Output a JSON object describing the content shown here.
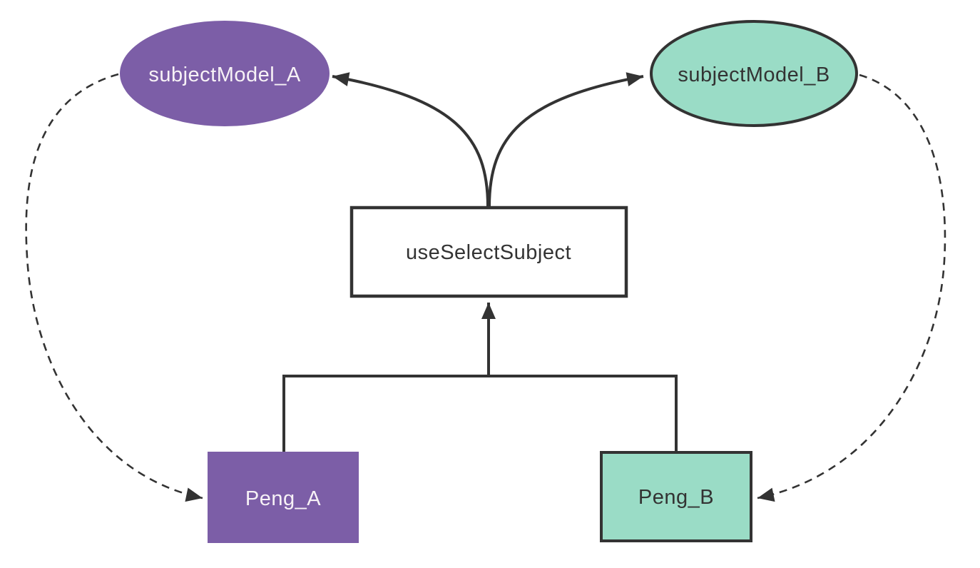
{
  "nodes": {
    "subjectModelA": {
      "label": "subjectModel_A",
      "shape": "ellipse",
      "fill": "#7C5EA7",
      "text_color": "#F7F2F6"
    },
    "subjectModelB": {
      "label": "subjectModel_B",
      "shape": "ellipse",
      "fill": "#9ADCC6",
      "text_color": "#333333",
      "border": "#333333"
    },
    "useSelectSubject": {
      "label": "useSelectSubject",
      "shape": "rectangle",
      "fill": "#FFFFFF",
      "text_color": "#333333",
      "border": "#333333"
    },
    "pengA": {
      "label": "Peng_A",
      "shape": "rectangle",
      "fill": "#7C5EA7",
      "text_color": "#F7F2F6"
    },
    "pengB": {
      "label": "Peng_B",
      "shape": "rectangle",
      "fill": "#9ADCC6",
      "text_color": "#333333",
      "border": "#333333"
    }
  },
  "edges": [
    {
      "from": "useSelectSubject",
      "to": "subjectModel_A",
      "style": "solid-curve",
      "arrowhead": "filled-triangle"
    },
    {
      "from": "useSelectSubject",
      "to": "subjectModel_B",
      "style": "solid-curve",
      "arrowhead": "filled-triangle"
    },
    {
      "from": "Peng_A-Peng_B-junction",
      "to": "useSelectSubject",
      "style": "solid-straight",
      "arrowhead": "filled-triangle"
    },
    {
      "from": "subjectModel_A",
      "to": "Peng_A",
      "style": "dashed-curve",
      "arrowhead": "filled-triangle"
    },
    {
      "from": "subjectModel_B",
      "to": "Peng_B",
      "style": "dashed-curve",
      "arrowhead": "filled-triangle"
    }
  ],
  "colors": {
    "purple": "#7C5EA7",
    "teal": "#9ADCC6",
    "stroke": "#333333",
    "light_text": "#F7F2F6",
    "dark_text": "#333333",
    "background": "#FFFFFF"
  }
}
